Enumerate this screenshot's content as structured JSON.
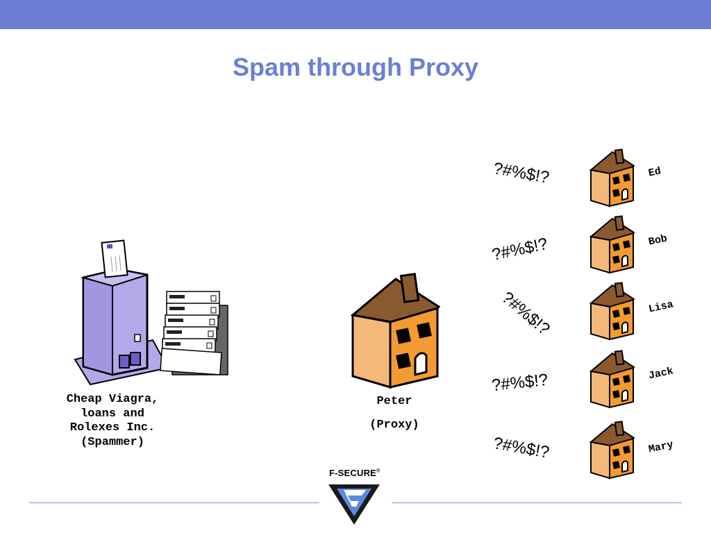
{
  "slide": {
    "title": "Spam through Proxy",
    "accent_color": "#6a7fd4"
  },
  "spammer": {
    "label": "Cheap Viagra,\nloans and\nRolexes Inc.\n(Spammer)",
    "icon": "mail-server-icon"
  },
  "proxy": {
    "name": "Peter",
    "role": "(Proxy)",
    "icon": "house-icon"
  },
  "recipients": [
    {
      "name": "Ed",
      "reaction": "?#%$!?"
    },
    {
      "name": "Bob",
      "reaction": "?#%$!?"
    },
    {
      "name": "Lisa",
      "reaction": "?#%$!?"
    },
    {
      "name": "Jack",
      "reaction": "?#%$!?"
    },
    {
      "name": "Mary",
      "reaction": "?#%$!?"
    }
  ],
  "footer": {
    "logo_text": "F-SECURE",
    "logo_mark": "®"
  }
}
